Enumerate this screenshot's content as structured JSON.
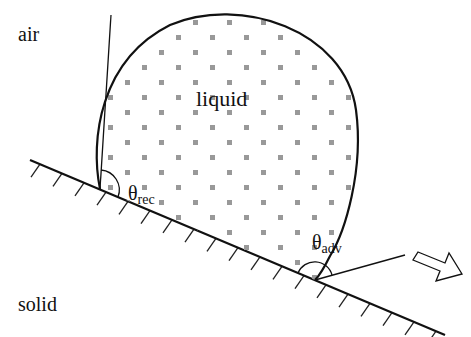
{
  "diagram": {
    "labels": [
      "air",
      "liquid",
      "θrec",
      "θadv",
      "solid"
    ]
  }
}
